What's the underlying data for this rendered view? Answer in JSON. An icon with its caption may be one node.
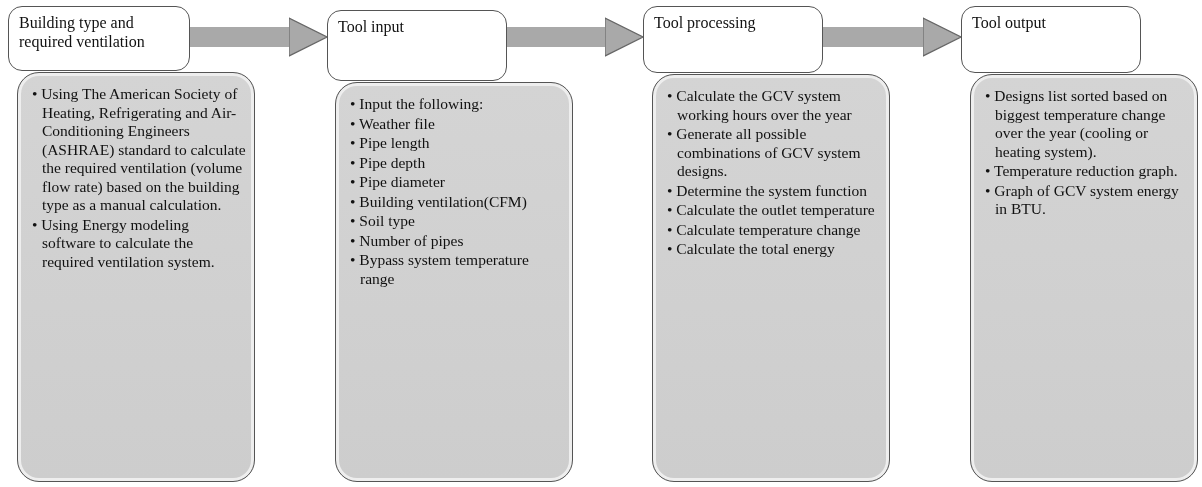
{
  "diagram": {
    "nodes": [
      {
        "text": [
          "Building type and required ventilation"
        ]
      },
      {
        "text": [
          "• Using The American Society of Heating, Refrigerating and Air-Conditioning Engineers (ASHRAE) standard to calculate the required ventilation (volume flow rate) based on the building type as a manual calculation.",
          "• Using Energy modeling software to calculate the required ventilation system."
        ]
      },
      {
        "text": [
          "Tool input"
        ]
      },
      {
        "text": [
          "• Input the following:",
          "• Weather file",
          "• Pipe length",
          "• Pipe depth",
          "• Pipe diameter",
          "• Building ventilation(CFM)",
          "• Soil type",
          "• Number of pipes",
          "• Bypass system temperature range"
        ]
      },
      {
        "text": [
          "Tool processing"
        ]
      },
      {
        "text": [
          "• Calculate the GCV system working hours over the year",
          "• Generate all possible combinations of GCV system designs.",
          "• Determine the system function",
          "• Calculate the outlet temperature",
          "• Calculate temperature change",
          "• Calculate the total energy"
        ]
      },
      {
        "text": [
          "Tool output"
        ]
      },
      {
        "text": [
          "• Designs list sorted based on biggest temperature change over the year (cooling or heating system).",
          "• Temperature reduction graph.",
          "• Graph of GCV system energy in BTU."
        ]
      }
    ],
    "edges": [
      {
        "from": 0,
        "to": 2,
        "arrow": "to"
      },
      {
        "from": 2,
        "to": 4,
        "arrow": "to"
      },
      {
        "from": 4,
        "to": 6,
        "arrow": "to"
      }
    ]
  }
}
